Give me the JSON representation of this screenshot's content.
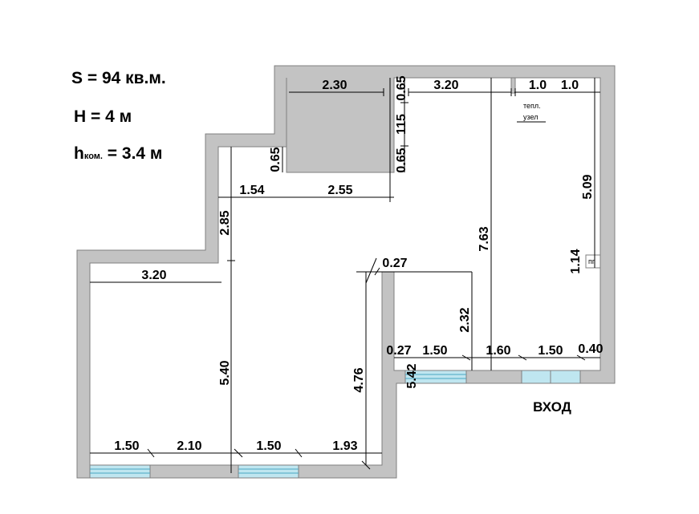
{
  "info": {
    "area": "S = 94 кв.м.",
    "height": "H = 4 м",
    "room_height_prefix": "h",
    "room_height_sub": "ком.",
    "room_height_value": " = 3.4 м"
  },
  "labels": {
    "boiler_line1": "тепл.",
    "boiler_line2": "узел",
    "duct": "пг",
    "entrance": "ВХОД"
  },
  "dimensions": {
    "top_room_width": "2.30",
    "top_right_width": "3.20",
    "boiler_width": "1.0",
    "corner_width": "1.0",
    "notch_top": "0.65",
    "notch_mid": "115",
    "notch_bottom": "0.65",
    "small_room_depth": "0.65",
    "right_wall_upper": "5.09",
    "central_wall_height": "7.63",
    "duct_height": "1.14",
    "ledge_x": "1.54",
    "small_room_bottom": "2.55",
    "left_step": "2.85",
    "left_upper_width": "3.20",
    "left_full_height": "5.40",
    "middle_height": "4.76",
    "column_thickness_top": "0.27",
    "right_lower_height": "2.32",
    "column_thickness_bottom": "0.27",
    "bottom_step": "5.42",
    "right_window_1": "1.50",
    "right_pier": "1.60",
    "entrance_width": "1.50",
    "right_end": "0.40",
    "bottom_window_1": "1.50",
    "bottom_pier_1": "2.10",
    "bottom_window_2": "1.50",
    "bottom_pier_2": "1.93"
  },
  "colors": {
    "wall_fill": "#c3c3c3",
    "wall_stroke": "#7f7f7f",
    "window_fill": "#bfe6f0",
    "window_line": "#4aa5c2",
    "dimension_line": "#000000"
  }
}
